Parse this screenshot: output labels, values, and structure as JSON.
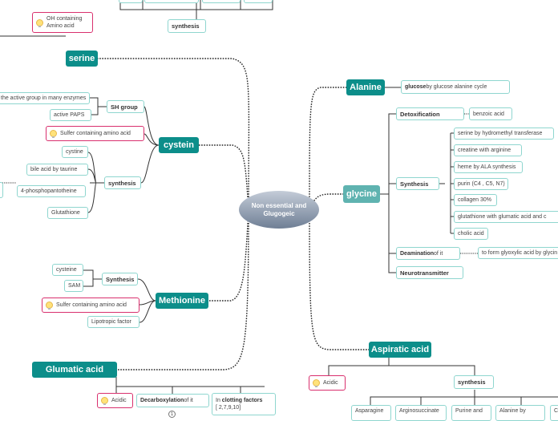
{
  "center": {
    "label": "Non essential and Glugogeic"
  },
  "serine": {
    "title": "serine",
    "oh_note": "OH containing Amino acid",
    "synthesis": "synthesis"
  },
  "cystein": {
    "title": "cystein",
    "sh_group": "SH group",
    "sh_children": [
      "the active group in many enzymes",
      "active  PAPS"
    ],
    "sulfur_note": "Sulfer containing amino acid",
    "synthesis": "synthesis",
    "synthesis_children": [
      "cystine",
      "bile acid by taurine",
      "4-phosphopantotheine",
      "Glutathione"
    ]
  },
  "methionine": {
    "title": "Methionine",
    "synthesis": "Synthesis",
    "synthesis_children": [
      "cysteine",
      "SAM"
    ],
    "sulfur_note": "Sulfer containing amino acid",
    "lipotropic": "Lipotropic factor"
  },
  "glutamic": {
    "title": "Glumatic acid",
    "acidic": "Acidic",
    "decarb_bold": "Decarboxylation",
    "decarb_rest": " of it",
    "clotting_pre": "In ",
    "clotting_bold": "clotting factors",
    "clotting_sub": "[ 2,7,9,10]",
    "marker": "1"
  },
  "alanine": {
    "title": "Alanine",
    "glucose_bold": "glucose",
    "glucose_rest": " by glucose alanine cycle"
  },
  "glycine": {
    "title": "glycine",
    "detox": "Detoxification",
    "detox_child": "benzoic acid",
    "synthesis": "Synthesis",
    "synthesis_children": [
      "serine by hydromethyl transferase",
      "creatine with arginine",
      "heme by ALA synthesis",
      "purin (C4 , C5, N7)",
      "collagen  30%",
      "glutathione with glumatic acid and c",
      "cholic acid"
    ],
    "deam_bold": "Deamination",
    "deam_rest": " of it",
    "deam_child": "to form glyoxylic acid by glycin",
    "neuro": "Neurotransmitter"
  },
  "aspartic": {
    "title": "Aspiratic acid",
    "acidic": "Acidic",
    "synthesis": "synthesis",
    "children": [
      "Asparagine",
      "Arginosuccinate",
      "Purine and",
      "Alanine by",
      "C"
    ]
  }
}
